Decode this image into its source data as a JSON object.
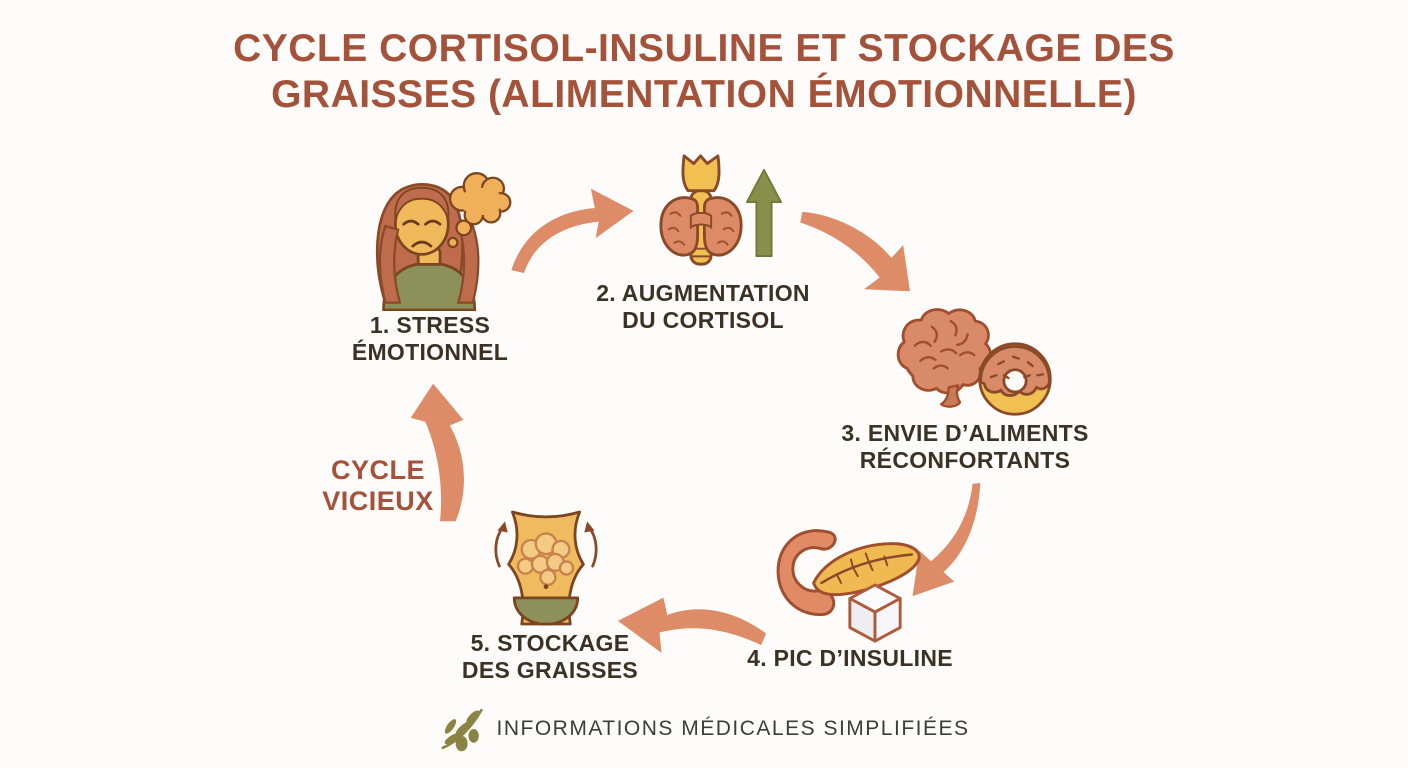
{
  "title": {
    "text": "CYCLE CORTISOL-INSULINE ET STOCKAGE DES GRAISSES (ALIMENTATION ÉMOTIONNELLE)"
  },
  "center_label": {
    "text": "CYCLE VICIEUX"
  },
  "steps": [
    {
      "label": "1. STRESS ÉMOTIONNEL",
      "icon": "stressed-woman-thought-bubble-icon"
    },
    {
      "label": "2. AUGMENTATION DU CORTISOL",
      "icon": "gland-cortisol-up-arrow-icon"
    },
    {
      "label": "3. ENVIE D’ALIMENTS RÉCONFORTANTS",
      "icon": "brain-and-donut-icon"
    },
    {
      "label": "4. PIC D’INSULINE",
      "icon": "pancreas-and-sugar-cube-icon"
    },
    {
      "label": "5. STOCKAGE DES GRAISSES",
      "icon": "belly-fat-storage-icon"
    }
  ],
  "footer": {
    "text": "INFORMATIONS MÉDICALES SIMPLIFIÉES",
    "icon": "olive-branch-icon"
  },
  "flow_arrows": [
    "arrow-step1-to-step2",
    "arrow-step2-to-step3",
    "arrow-step3-to-step4",
    "arrow-step4-to-step5",
    "arrow-step5-to-step1"
  ],
  "colors": {
    "background": "#FDFCFA",
    "title": "#A5523A",
    "label_text": "#3B3124",
    "arrow": "#DE8C68",
    "outline_brown": "#8A4A28",
    "skin_yellow": "#F0BA5A",
    "salmon": "#DC8B66",
    "green": "#8C9159",
    "green_arrow": "#87904A",
    "hair_auburn": "#BE6C4C",
    "footer_olive": "#8A8343",
    "footer_text": "#3C3C3C"
  }
}
